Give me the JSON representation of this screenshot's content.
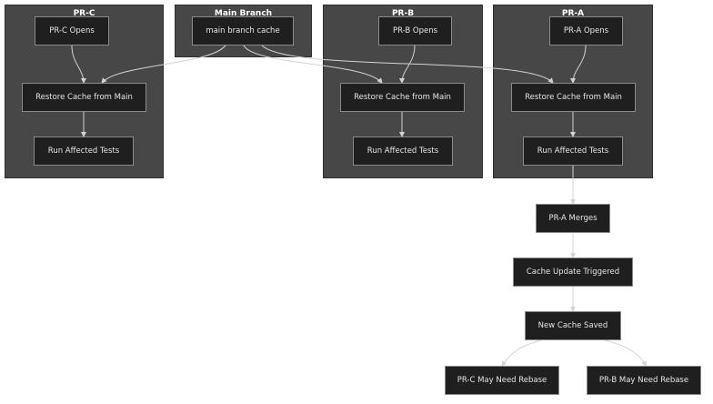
{
  "colors": {
    "cluster_bg": "#474747",
    "node_bg": "#1f1f1f",
    "node_border": "#8a8a8a",
    "edge": "#d3d3d3",
    "text": "#e6e6e6"
  },
  "clusters": {
    "prc": "PR-C",
    "main": "Main Branch",
    "prb": "PR-B",
    "pra": "PR-A"
  },
  "nodes": {
    "prc_opens": "PR-C Opens",
    "prc_restore": "Restore Cache from Main",
    "prc_tests": "Run Affected Tests",
    "main_cache": "main branch cache",
    "prb_opens": "PR-B Opens",
    "prb_restore": "Restore Cache from Main",
    "prb_tests": "Run Affected Tests",
    "pra_opens": "PR-A Opens",
    "pra_restore": "Restore Cache from Main",
    "pra_tests": "Run Affected Tests",
    "pra_merges": "PR-A Merges",
    "cache_update": "Cache Update Triggered",
    "new_cache": "New Cache Saved",
    "prc_rebase": "PR-C May Need Rebase",
    "prb_rebase": "PR-B May Need Rebase"
  },
  "edges": [
    [
      "prc_opens",
      "prc_restore"
    ],
    [
      "prc_restore",
      "prc_tests"
    ],
    [
      "main_cache",
      "prc_restore"
    ],
    [
      "main_cache",
      "prb_restore"
    ],
    [
      "main_cache",
      "pra_restore"
    ],
    [
      "prb_opens",
      "prb_restore"
    ],
    [
      "prb_restore",
      "prb_tests"
    ],
    [
      "pra_opens",
      "pra_restore"
    ],
    [
      "pra_restore",
      "pra_tests"
    ],
    [
      "pra_tests",
      "pra_merges"
    ],
    [
      "pra_merges",
      "cache_update"
    ],
    [
      "cache_update",
      "new_cache"
    ],
    [
      "new_cache",
      "prc_rebase"
    ],
    [
      "new_cache",
      "prb_rebase"
    ]
  ]
}
